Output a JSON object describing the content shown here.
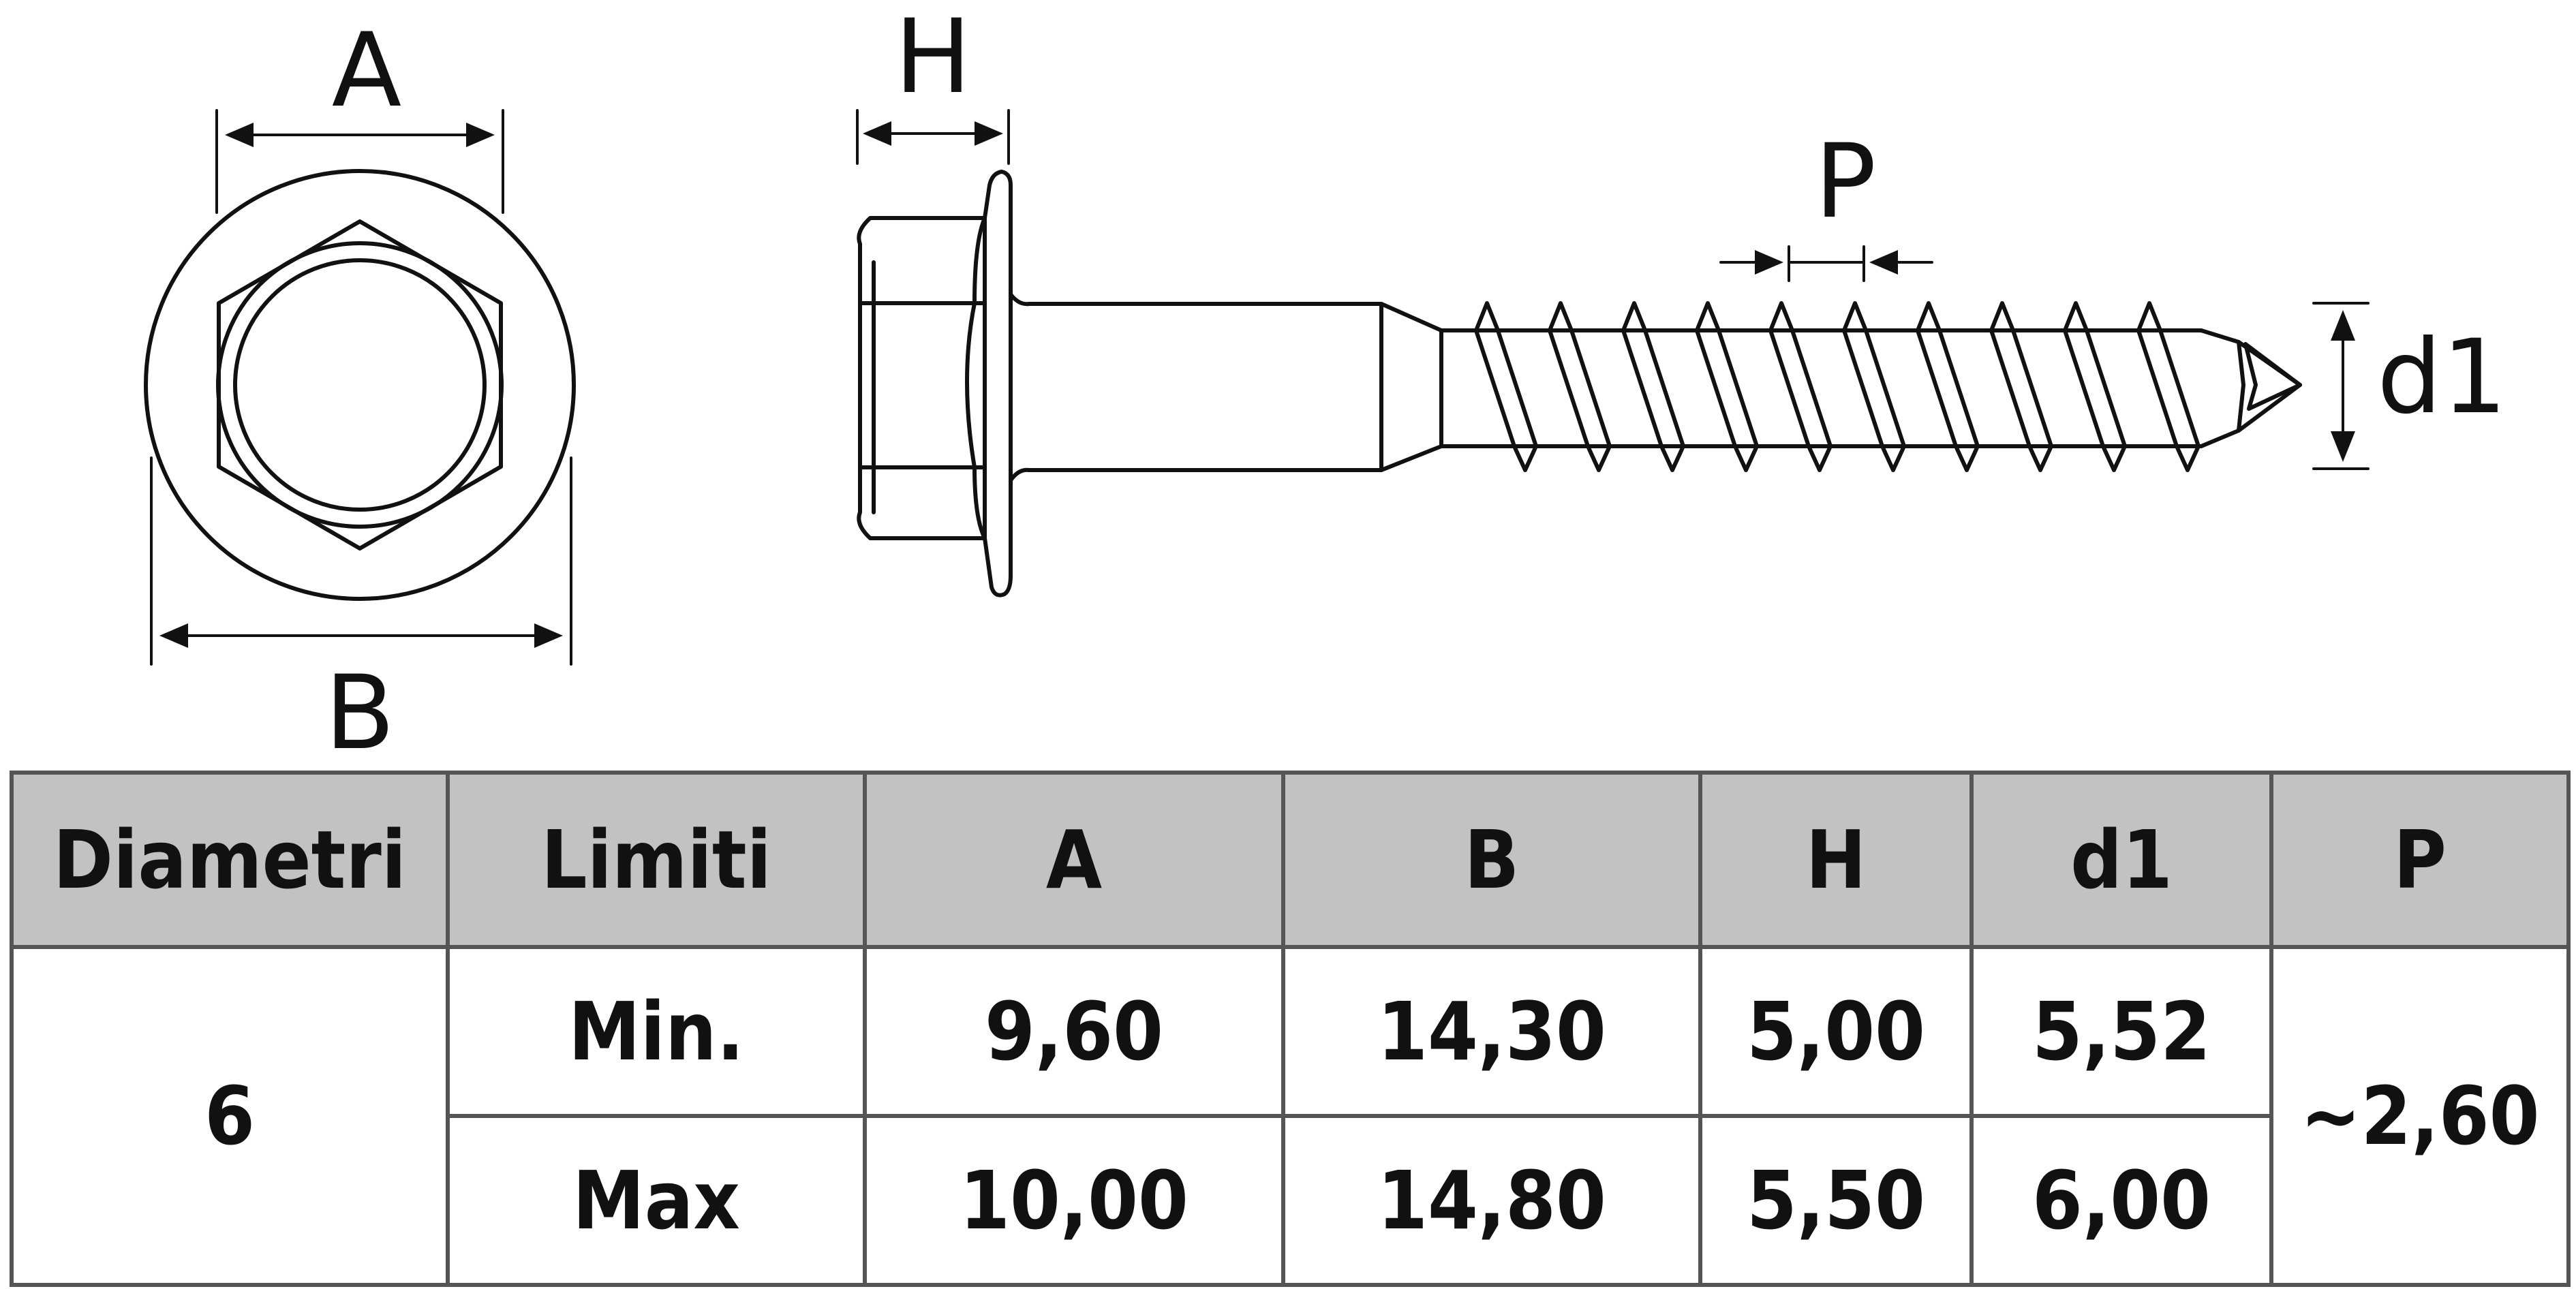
{
  "diagram": {
    "labels": {
      "a": "A",
      "b": "B",
      "h": "H",
      "p": "P",
      "d1": "d1"
    }
  },
  "table": {
    "headers": [
      "Diametri",
      "Limiti",
      "A",
      "B",
      "H",
      "d1",
      "P"
    ],
    "diameter": "6",
    "rows": [
      {
        "limit": "Min.",
        "a": "9,60",
        "b": "14,30",
        "h": "5,00",
        "d1": "5,52"
      },
      {
        "limit": "Max",
        "a": "10,00",
        "b": "14,80",
        "h": "5,50",
        "d1": "6,00"
      }
    ],
    "p_value": "~2,60"
  },
  "colors": {
    "header_bg": "#c2c2c2",
    "border": "#555555",
    "ink": "#111111"
  }
}
